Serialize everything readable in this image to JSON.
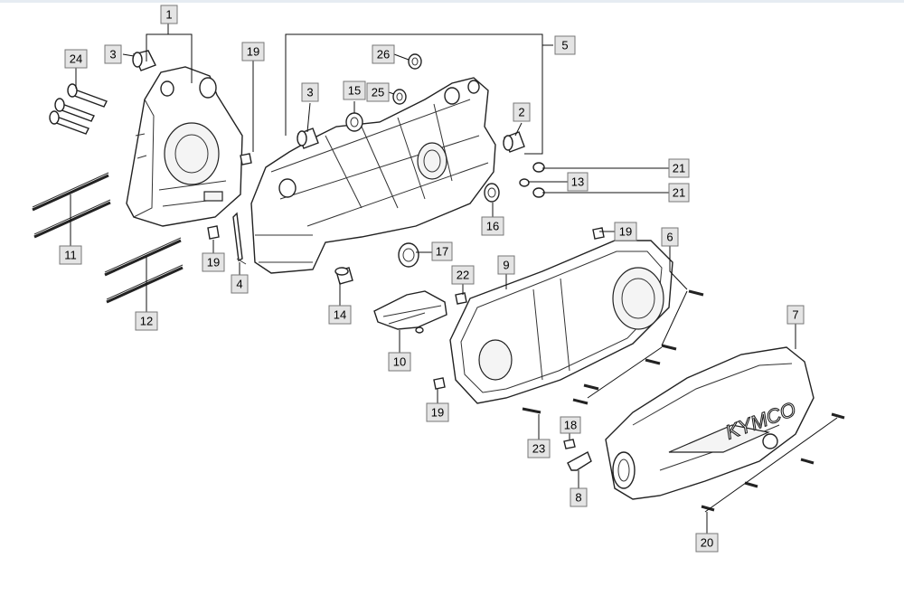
{
  "diagram": {
    "callouts": [
      {
        "id": "c1",
        "label": "1"
      },
      {
        "id": "c2",
        "label": "2"
      },
      {
        "id": "c3a",
        "label": "3"
      },
      {
        "id": "c3b",
        "label": "3"
      },
      {
        "id": "c4",
        "label": "4"
      },
      {
        "id": "c5",
        "label": "5"
      },
      {
        "id": "c6",
        "label": "6"
      },
      {
        "id": "c7",
        "label": "7"
      },
      {
        "id": "c8",
        "label": "8"
      },
      {
        "id": "c9",
        "label": "9"
      },
      {
        "id": "c10",
        "label": "10"
      },
      {
        "id": "c11",
        "label": "11"
      },
      {
        "id": "c12",
        "label": "12"
      },
      {
        "id": "c13",
        "label": "13"
      },
      {
        "id": "c14",
        "label": "14"
      },
      {
        "id": "c15",
        "label": "15"
      },
      {
        "id": "c16",
        "label": "16"
      },
      {
        "id": "c17",
        "label": "17"
      },
      {
        "id": "c18",
        "label": "18"
      },
      {
        "id": "c19a",
        "label": "19"
      },
      {
        "id": "c19b",
        "label": "19"
      },
      {
        "id": "c19c",
        "label": "19"
      },
      {
        "id": "c19d",
        "label": "19"
      },
      {
        "id": "c20",
        "label": "20"
      },
      {
        "id": "c21a",
        "label": "21"
      },
      {
        "id": "c21b",
        "label": "21"
      },
      {
        "id": "c22",
        "label": "22"
      },
      {
        "id": "c23",
        "label": "23"
      },
      {
        "id": "c24",
        "label": "24"
      },
      {
        "id": "c25",
        "label": "25"
      },
      {
        "id": "c26",
        "label": "26"
      }
    ],
    "cover_logo": "KYMCO"
  }
}
